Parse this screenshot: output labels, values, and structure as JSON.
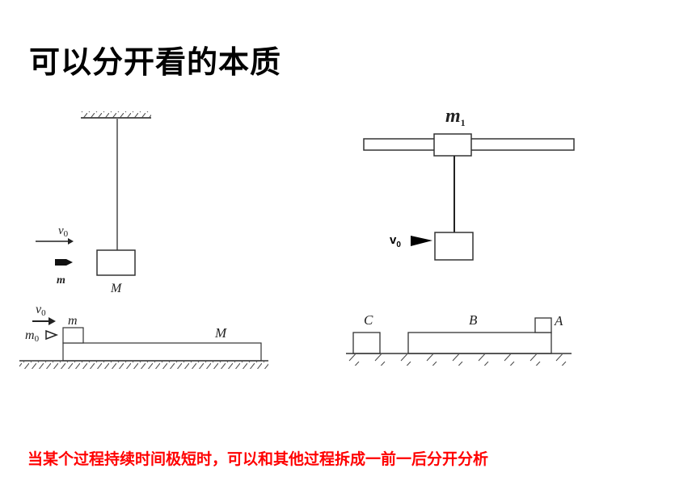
{
  "title": "可以分开看的本质",
  "note": "当某个过程持续时间极短时，可以和其他过程拆成一前一后分开分析",
  "figures": {
    "pendulum": {
      "v": "v",
      "v_sub": "0",
      "bullet": "m",
      "block": "M"
    },
    "board": {
      "v": "v",
      "v_sub": "0",
      "m0": "m",
      "m0_sub": "0",
      "small": "m",
      "large": "M"
    },
    "rail": {
      "slider": "m",
      "slider_sub": "1",
      "v": "v",
      "v_sub": "0"
    },
    "blocks": {
      "c": "C",
      "b": "B",
      "a": "A"
    }
  }
}
